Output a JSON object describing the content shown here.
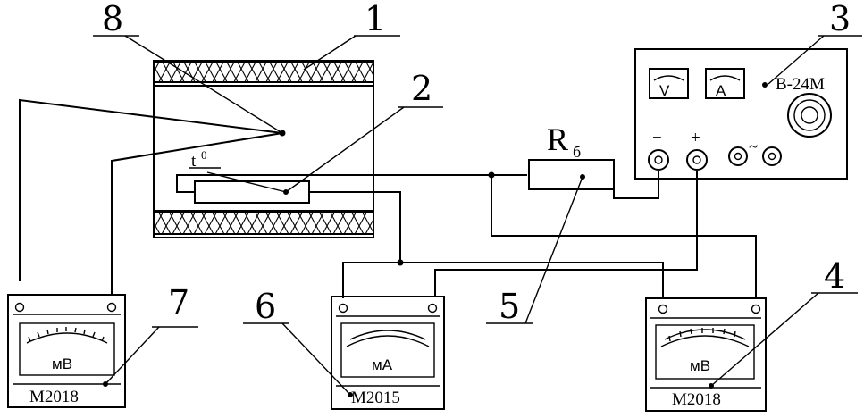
{
  "callouts": {
    "n1": "1",
    "n2": "2",
    "n3": "3",
    "n4": "4",
    "n5": "5",
    "n6": "6",
    "n7": "7",
    "n8": "8"
  },
  "furnace": {
    "thermometer_label": "t",
    "thermometer_sup": "0"
  },
  "resistor": {
    "label": "R",
    "subscript": "б"
  },
  "power_supply": {
    "model": "В-24М",
    "voltmeter_symbol": "V",
    "ammeter_symbol": "A",
    "minus_terminal": "−",
    "plus_terminal": "+",
    "ac_symbol": "~"
  },
  "meters": {
    "left": {
      "scale_label": "мВ",
      "model": "М2018"
    },
    "middle": {
      "scale_label": "мА",
      "model": "М2015"
    },
    "right": {
      "scale_label": "мВ",
      "model": "М2018"
    }
  }
}
